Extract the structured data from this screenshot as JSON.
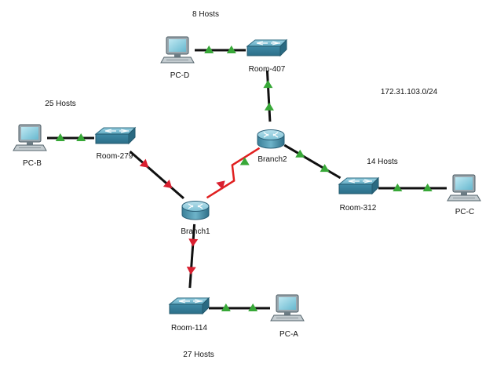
{
  "network": "172.31.103.0/24",
  "colors": {
    "up": "#38a838",
    "down": "#d92030",
    "cable": "#101010",
    "serial": "#e02020"
  },
  "host_counts": [
    {
      "id": "room407",
      "text": "8 Hosts"
    },
    {
      "id": "room279",
      "text": "25 Hosts"
    },
    {
      "id": "room312",
      "text": "14 Hosts"
    },
    {
      "id": "room114",
      "text": "27 Hosts"
    }
  ],
  "devices": [
    {
      "id": "pcD",
      "label": "PC-D",
      "type": "pc",
      "icon": "pc-icon"
    },
    {
      "id": "room407",
      "label": "Room-407",
      "type": "switch",
      "icon": "switch-icon"
    },
    {
      "id": "pcB",
      "label": "PC-B",
      "type": "pc",
      "icon": "pc-icon"
    },
    {
      "id": "room279",
      "label": "Room-279",
      "type": "switch",
      "icon": "switch-icon"
    },
    {
      "id": "branch2",
      "label": "Branch2",
      "type": "router",
      "icon": "router-icon"
    },
    {
      "id": "branch1",
      "label": "Branch1",
      "type": "router",
      "icon": "router-icon"
    },
    {
      "id": "room312",
      "label": "Room-312",
      "type": "switch",
      "icon": "switch-icon"
    },
    {
      "id": "pcC",
      "label": "PC-C",
      "type": "pc",
      "icon": "pc-icon"
    },
    {
      "id": "room114",
      "label": "Room-114",
      "type": "switch",
      "icon": "switch-icon"
    },
    {
      "id": "pcA",
      "label": "PC-A",
      "type": "pc",
      "icon": "pc-icon"
    }
  ],
  "links": [
    {
      "a": "pcD",
      "b": "room407",
      "kind": "ethernet",
      "state_a": "up",
      "state_b": "up"
    },
    {
      "a": "room407",
      "b": "branch2",
      "kind": "ethernet",
      "state_a": "up",
      "state_b": "up"
    },
    {
      "a": "pcB",
      "b": "room279",
      "kind": "ethernet",
      "state_a": "up",
      "state_b": "up"
    },
    {
      "a": "room279",
      "b": "branch1",
      "kind": "ethernet",
      "state_a": "down",
      "state_b": "down"
    },
    {
      "a": "branch1",
      "b": "branch2",
      "kind": "serial",
      "state_a": "down",
      "state_b": "up"
    },
    {
      "a": "branch2",
      "b": "room312",
      "kind": "ethernet",
      "state_a": "up",
      "state_b": "up"
    },
    {
      "a": "room312",
      "b": "pcC",
      "kind": "ethernet",
      "state_a": "up",
      "state_b": "up"
    },
    {
      "a": "branch1",
      "b": "room114",
      "kind": "ethernet",
      "state_a": "down",
      "state_b": "down"
    },
    {
      "a": "room114",
      "b": "pcA",
      "kind": "ethernet",
      "state_a": "up",
      "state_b": "up"
    }
  ]
}
